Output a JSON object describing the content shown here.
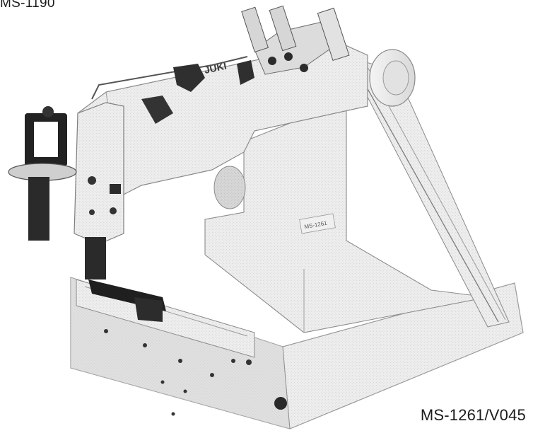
{
  "labels": {
    "top_model": "MS-1190",
    "bottom_model": "MS-1261/V045"
  },
  "machine": {
    "brand_mark": "JUKI",
    "body_plate": "MS-1261"
  }
}
